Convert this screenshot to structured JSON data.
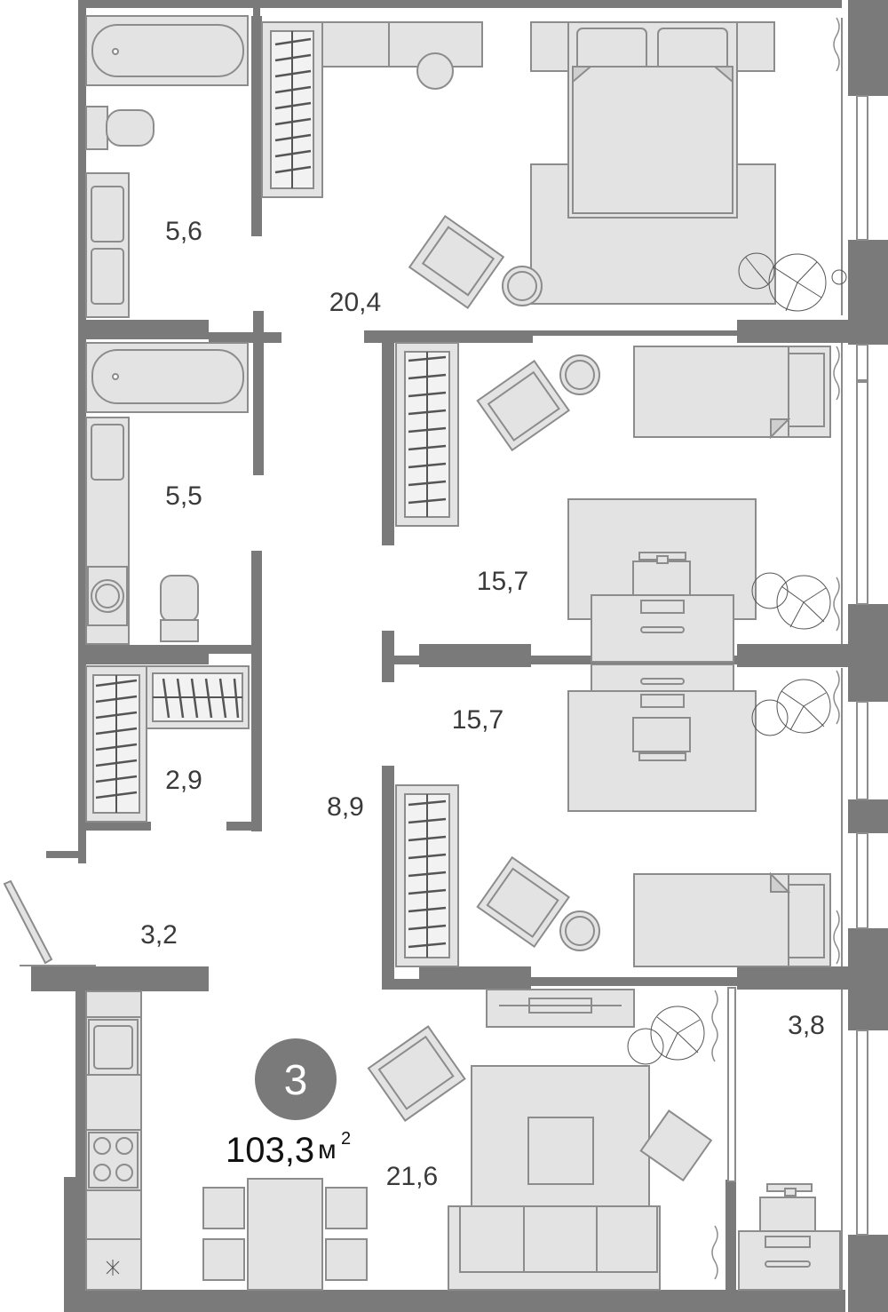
{
  "apartment": {
    "rooms_count": "3",
    "total_area": "103,3",
    "area_unit": "м",
    "area_unit_power": "2",
    "badge_color": "#7a7a7a"
  },
  "colors": {
    "wall": "#7a7a7a",
    "furniture_fill": "#e3e3e3",
    "furniture_stroke": "#8c8c8c",
    "label": "#3a3a3a"
  },
  "rooms": [
    {
      "id": "bathroom-1",
      "area": "5,6"
    },
    {
      "id": "master-bedroom",
      "area": "20,4"
    },
    {
      "id": "bathroom-2",
      "area": "5,5"
    },
    {
      "id": "bedroom-1",
      "area": "15,7"
    },
    {
      "id": "bedroom-2",
      "area": "15,7"
    },
    {
      "id": "wardrobe",
      "area": "2,9"
    },
    {
      "id": "hallway",
      "area": "8,9"
    },
    {
      "id": "entrance",
      "area": "3,2"
    },
    {
      "id": "balcony",
      "area": "3,8"
    },
    {
      "id": "kitchen-living",
      "area": "21,6"
    }
  ]
}
